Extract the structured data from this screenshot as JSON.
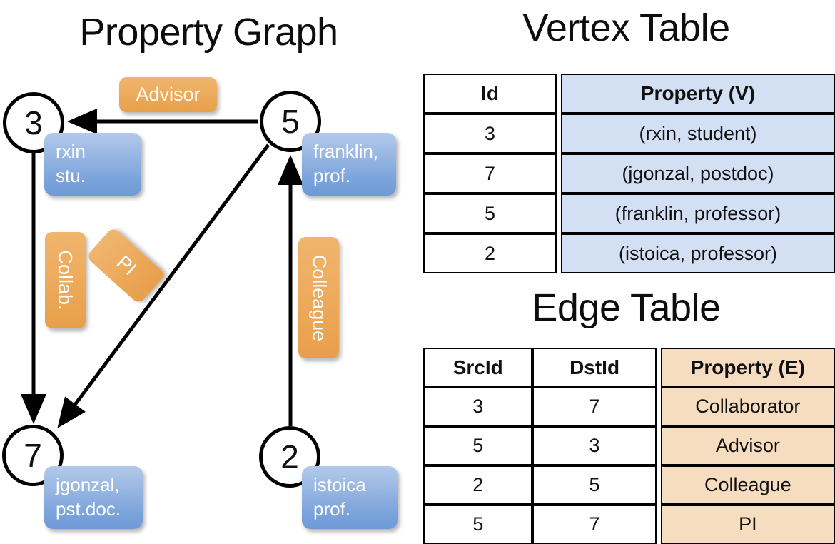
{
  "titles": {
    "property_graph": "Property Graph",
    "vertex_table": "Vertex Table",
    "edge_table": "Edge Table"
  },
  "graph": {
    "nodes": [
      {
        "id": "3",
        "property_label": "rxin\nstu."
      },
      {
        "id": "5",
        "property_label": "franklin,\nprof."
      },
      {
        "id": "7",
        "property_label": "jgonzal,\npst.doc."
      },
      {
        "id": "2",
        "property_label": "istoica\nprof."
      }
    ],
    "node_labels": {
      "n3": "3",
      "n5": "5",
      "n7": "7",
      "n2": "2"
    },
    "property_labels": {
      "rxin_line1": "rxin",
      "rxin_line2": "stu.",
      "franklin_line1": "franklin,",
      "franklin_line2": "prof.",
      "jgonzal_line1": "jgonzal,",
      "jgonzal_line2": "pst.doc.",
      "istoica_line1": "istoica",
      "istoica_line2": "prof."
    },
    "edge_labels": {
      "advisor": "Advisor",
      "collab": "Collab.",
      "pi": "PI",
      "colleague": "Colleague"
    },
    "edges": [
      {
        "src": "5",
        "dst": "3",
        "label": "Advisor"
      },
      {
        "src": "3",
        "dst": "7",
        "label": "Collab."
      },
      {
        "src": "5",
        "dst": "7",
        "label": "PI"
      },
      {
        "src": "2",
        "dst": "5",
        "label": "Colleague"
      }
    ]
  },
  "vertex_table": {
    "headers": [
      "Id",
      "Property (V)"
    ],
    "rows": [
      {
        "id": "3",
        "property": "(rxin, student)"
      },
      {
        "id": "7",
        "property": "(jgonzal, postdoc)"
      },
      {
        "id": "5",
        "property": "(franklin, professor)"
      },
      {
        "id": "2",
        "property": "(istoica, professor)"
      }
    ]
  },
  "edge_table": {
    "headers": [
      "SrcId",
      "DstId",
      "Property (E)"
    ],
    "rows": [
      {
        "src": "3",
        "dst": "7",
        "property": "Collaborator"
      },
      {
        "src": "5",
        "dst": "3",
        "property": "Advisor"
      },
      {
        "src": "2",
        "dst": "5",
        "property": "Colleague"
      },
      {
        "src": "5",
        "dst": "7",
        "property": "PI"
      }
    ]
  },
  "colors": {
    "vertex_property_fill": "#d3dff2",
    "edge_property_fill": "#f7ddc0",
    "node_box_blue": "#7ba3db",
    "edge_label_orange": "#eeae62",
    "stroke": "#000000"
  }
}
